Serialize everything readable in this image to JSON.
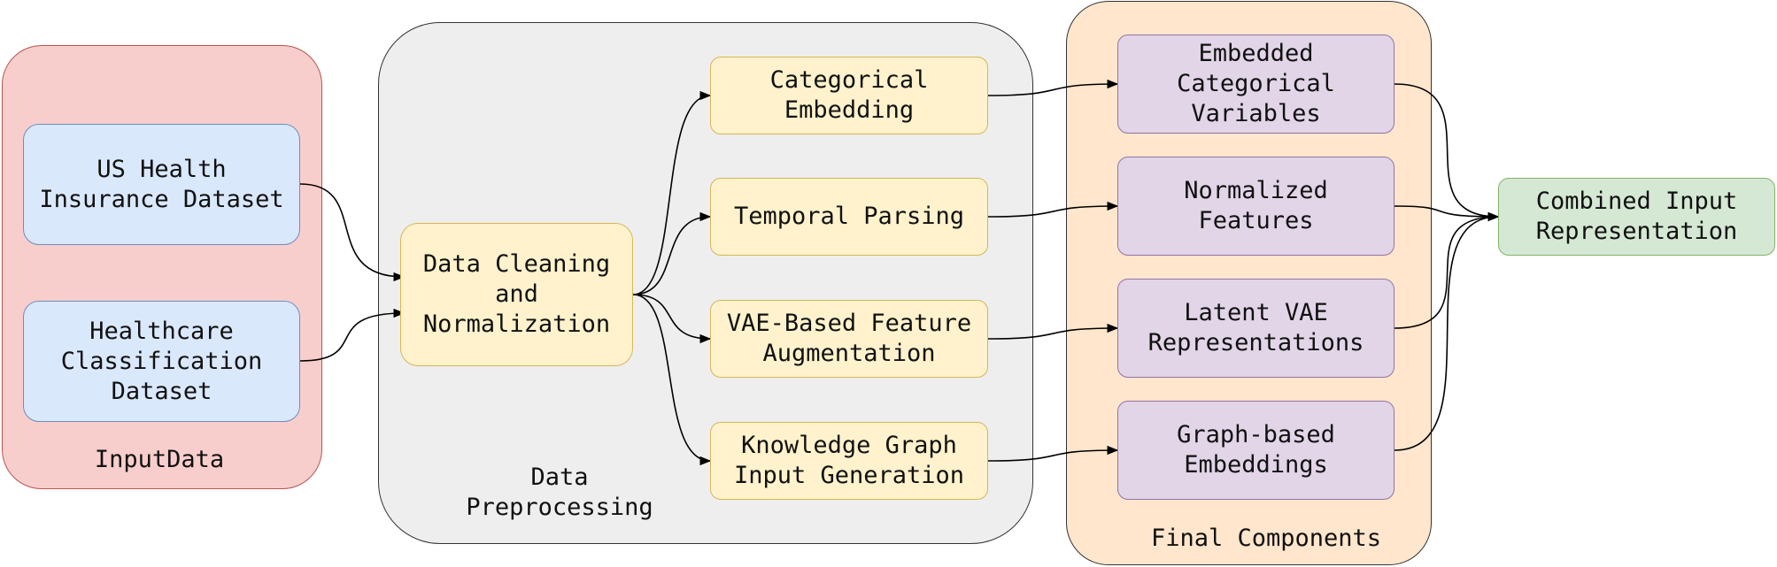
{
  "groups": {
    "input": {
      "label": "InputData",
      "fill": "#f8cecc",
      "stroke": "#b85450"
    },
    "preprocessing": {
      "label": "Data\nPreprocessing",
      "fill": "#eeeeee",
      "stroke": "#333333"
    },
    "final": {
      "label": "Final Components",
      "fill": "#ffe6cc",
      "stroke": "#333333"
    }
  },
  "nodes": {
    "us_health": "US Health\nInsurance Dataset",
    "healthcare": "Healthcare\nClassification\nDataset",
    "cleaning": "Data Cleaning\nand\nNormalization",
    "categorical": "Categorical\nEmbedding",
    "temporal": "Temporal Parsing",
    "vae": "VAE-Based Feature\nAugmentation",
    "kg": "Knowledge Graph\nInput Generation",
    "embedded": "Embedded\nCategorical\nVariables",
    "normalized": "Normalized\nFeatures",
    "latent": "Latent VAE\nRepresentations",
    "graph": "Graph-based\nEmbeddings",
    "combined": "Combined Input\nRepresentation"
  },
  "edges": [
    [
      "us_health",
      "cleaning"
    ],
    [
      "healthcare",
      "cleaning"
    ],
    [
      "cleaning",
      "categorical"
    ],
    [
      "cleaning",
      "temporal"
    ],
    [
      "cleaning",
      "vae"
    ],
    [
      "cleaning",
      "kg"
    ],
    [
      "categorical",
      "embedded"
    ],
    [
      "temporal",
      "normalized"
    ],
    [
      "vae",
      "latent"
    ],
    [
      "kg",
      "graph"
    ],
    [
      "embedded",
      "combined"
    ],
    [
      "normalized",
      "combined"
    ],
    [
      "latent",
      "combined"
    ],
    [
      "graph",
      "combined"
    ]
  ]
}
